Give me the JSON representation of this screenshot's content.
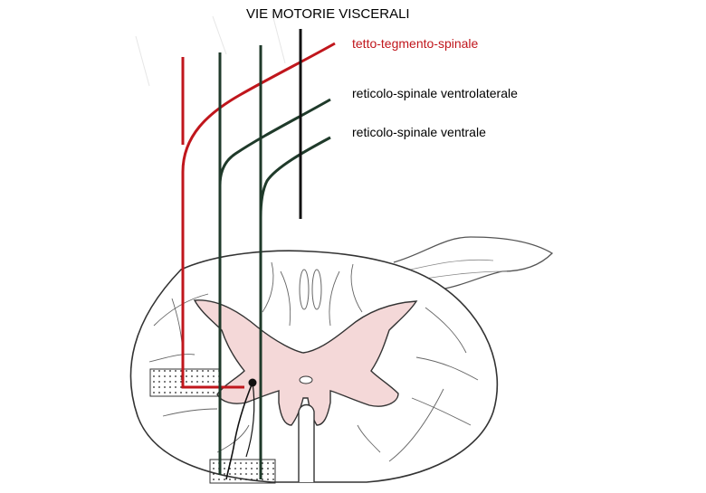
{
  "title": "VIE MOTORIE VISCERALI",
  "labels": {
    "tectotegmental": "tetto-tegmento-spinale",
    "reticular_ventrolateral": "reticolo-spinale ventrolaterale",
    "reticular_ventral": "reticolo-spinale ventrale"
  },
  "colors": {
    "tectotegmental_tract": "#c0161c",
    "reticular_tracts": "#1f3a2a",
    "grey_matter_fill": "#f4d8d8",
    "outline": "#333333"
  }
}
